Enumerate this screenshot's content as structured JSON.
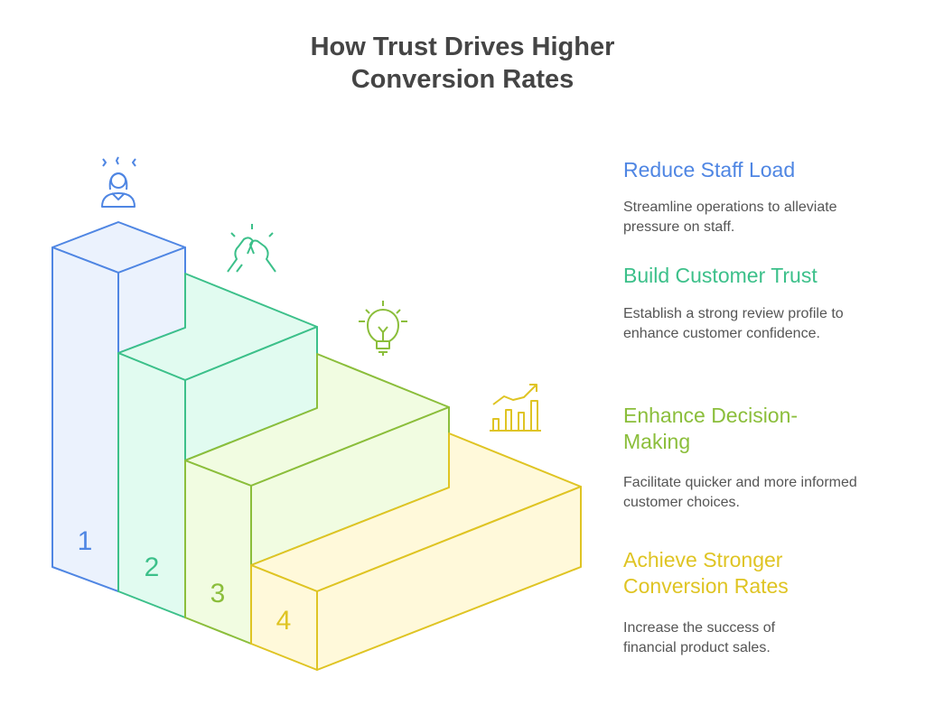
{
  "title": {
    "line1": "How Trust Drives Higher",
    "line2": "Conversion Rates"
  },
  "steps": [
    {
      "number": "1",
      "heading": "Reduce Staff Load",
      "description": "Streamline operations to alleviate pressure on staff.",
      "icon": "stressed-person-icon",
      "color": "#4F86E3",
      "fill": "#EBF2FD"
    },
    {
      "number": "2",
      "heading": "Build Customer Trust",
      "description": "Establish a strong review profile to enhance customer confidence.",
      "icon": "handshake-icon",
      "color": "#3CC08A",
      "fill": "#E1FBF0"
    },
    {
      "number": "3",
      "heading_line1": "Enhance Decision-",
      "heading_line2": "Making",
      "description": "Facilitate quicker and more informed customer choices.",
      "icon": "lightbulb-icon",
      "color": "#8BBE3B",
      "fill": "#F1FCE1"
    },
    {
      "number": "4",
      "heading_line1": "Achieve Stronger",
      "heading_line2": "Conversion Rates",
      "description": "Increase the success of financial product sales.",
      "icon": "growth-chart-icon",
      "color": "#DFC423",
      "fill": "#FFF9DA"
    }
  ]
}
